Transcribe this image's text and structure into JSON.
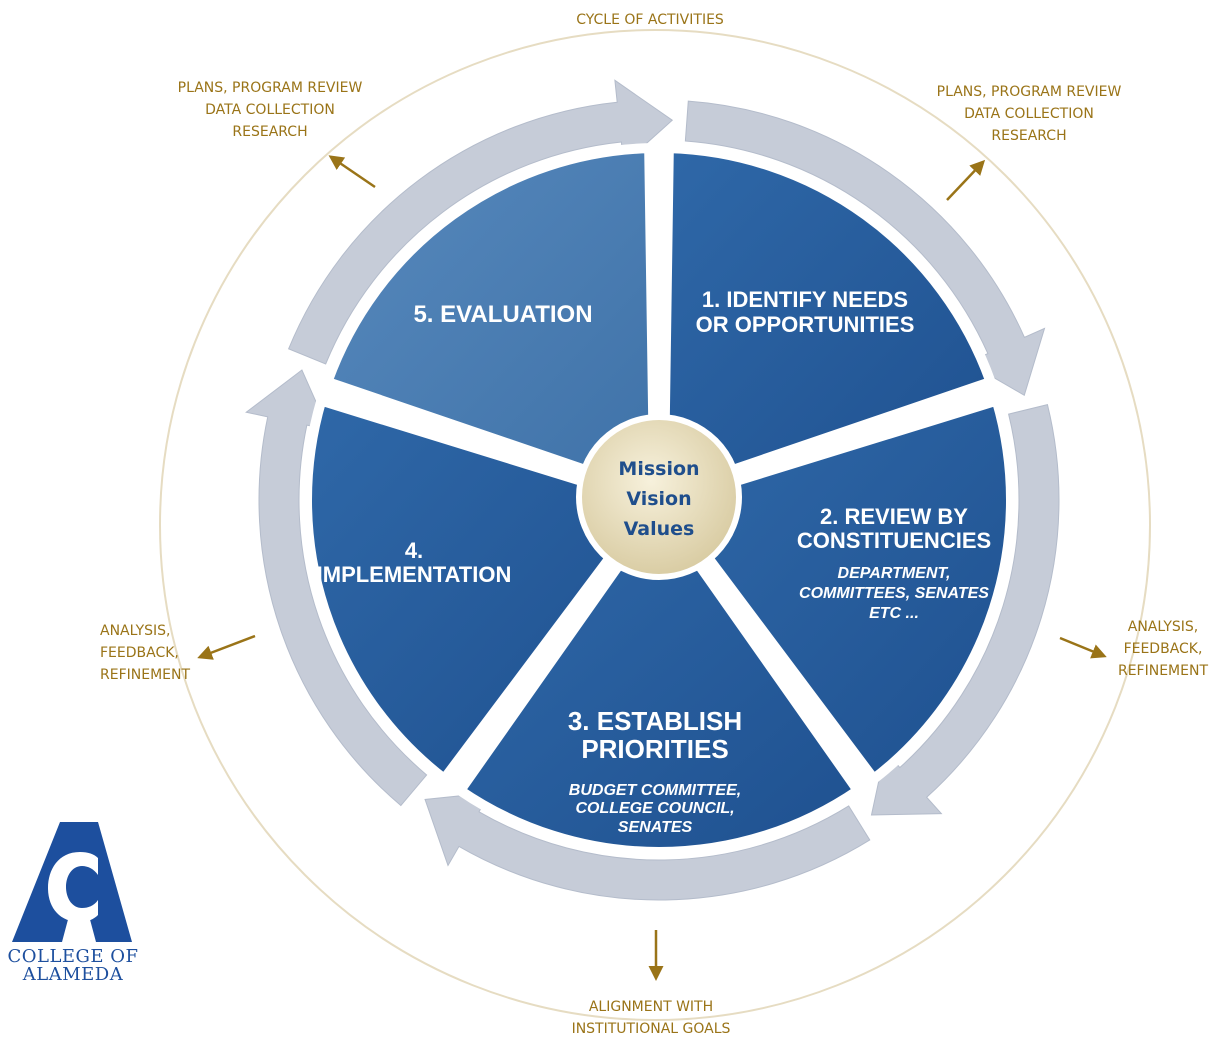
{
  "center": {
    "lines": [
      "Mission",
      "Vision",
      "Values"
    ]
  },
  "segments": [
    {
      "number": "1.",
      "title_lines": [
        "1. IDENTIFY NEEDS",
        "OR OPPORTUNITIES"
      ],
      "sub_lines": []
    },
    {
      "number": "2.",
      "title_lines": [
        "2. REVIEW BY",
        "CONSTITUENCIES"
      ],
      "sub_lines": [
        "DEPARTMENT,",
        "COMMITTEES, SENATES",
        "ETC ..."
      ]
    },
    {
      "number": "3.",
      "title_lines": [
        "3. ESTABLISH",
        "PRIORITIES"
      ],
      "sub_lines": [
        "BUDGET COMMITTEE,",
        "COLLEGE COUNCIL,",
        "SENATES"
      ]
    },
    {
      "number": "4.",
      "title_lines": [
        "4.",
        "IMPLEMENTATION"
      ],
      "sub_lines": []
    },
    {
      "number": "5.",
      "title_lines": [
        "5. EVALUATION"
      ],
      "sub_lines": []
    }
  ],
  "outer_labels": {
    "top": [
      "CYCLE OF ACTIVITIES"
    ],
    "top_left": [
      "PLANS, PROGRAM REVIEW",
      "DATA COLLECTION",
      "RESEARCH"
    ],
    "top_right": [
      "PLANS, PROGRAM REVIEW",
      "DATA COLLECTION",
      "RESEARCH"
    ],
    "left": [
      "ANALYSIS,",
      "FEEDBACK,",
      "REFINEMENT"
    ],
    "right": [
      "ANALYSIS,",
      "FEEDBACK,",
      "REFINEMENT"
    ],
    "bottom": [
      "ALIGNMENT WITH",
      "INSTITUTIONAL GOALS"
    ]
  },
  "logo": {
    "lines": [
      "COLLEGE OF",
      "ALAMEDA"
    ]
  },
  "colors": {
    "segment_dark": "#285e9c",
    "segment_light": "#4a7fb3",
    "arrow": "#c6ccd8",
    "gold": "#9a7418",
    "hub_fill": "#ece3c6",
    "logo_blue": "#1d4f9e"
  }
}
